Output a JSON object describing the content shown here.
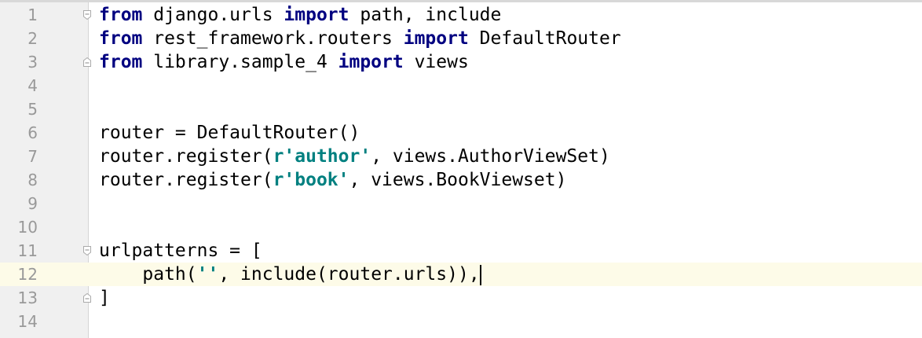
{
  "editor": {
    "current_line": 12,
    "lines": [
      {
        "n": "1",
        "tokens": [
          {
            "t": "from",
            "c": "kw"
          },
          {
            "t": " django.urls ",
            "c": ""
          },
          {
            "t": "import",
            "c": "kw"
          },
          {
            "t": " path, include",
            "c": ""
          }
        ],
        "fold": "start"
      },
      {
        "n": "2",
        "tokens": [
          {
            "t": "from",
            "c": "kw"
          },
          {
            "t": " rest_framework.routers ",
            "c": ""
          },
          {
            "t": "import",
            "c": "kw"
          },
          {
            "t": " DefaultRouter",
            "c": ""
          }
        ]
      },
      {
        "n": "3",
        "tokens": [
          {
            "t": "from",
            "c": "kw"
          },
          {
            "t": " library.sample_4 ",
            "c": ""
          },
          {
            "t": "import",
            "c": "kw"
          },
          {
            "t": " views",
            "c": ""
          }
        ],
        "fold": "end"
      },
      {
        "n": "4",
        "tokens": []
      },
      {
        "n": "5",
        "tokens": []
      },
      {
        "n": "6",
        "tokens": [
          {
            "t": "router = DefaultRouter()",
            "c": ""
          }
        ]
      },
      {
        "n": "7",
        "tokens": [
          {
            "t": "router.register(",
            "c": ""
          },
          {
            "t": "r'author'",
            "c": "str"
          },
          {
            "t": ", views.AuthorViewSet)",
            "c": ""
          }
        ]
      },
      {
        "n": "8",
        "tokens": [
          {
            "t": "router.register(",
            "c": ""
          },
          {
            "t": "r'book'",
            "c": "str"
          },
          {
            "t": ", views.BookViewset)",
            "c": ""
          }
        ]
      },
      {
        "n": "9",
        "tokens": []
      },
      {
        "n": "10",
        "tokens": []
      },
      {
        "n": "11",
        "tokens": [
          {
            "t": "urlpatterns = [",
            "c": ""
          }
        ],
        "fold": "start"
      },
      {
        "n": "12",
        "tokens": [
          {
            "t": "    path(",
            "c": ""
          },
          {
            "t": "''",
            "c": "str"
          },
          {
            "t": ", include(router.urls)),",
            "c": ""
          }
        ]
      },
      {
        "n": "13",
        "tokens": [
          {
            "t": "]",
            "c": ""
          }
        ],
        "fold": "end"
      },
      {
        "n": "14",
        "tokens": []
      }
    ]
  }
}
